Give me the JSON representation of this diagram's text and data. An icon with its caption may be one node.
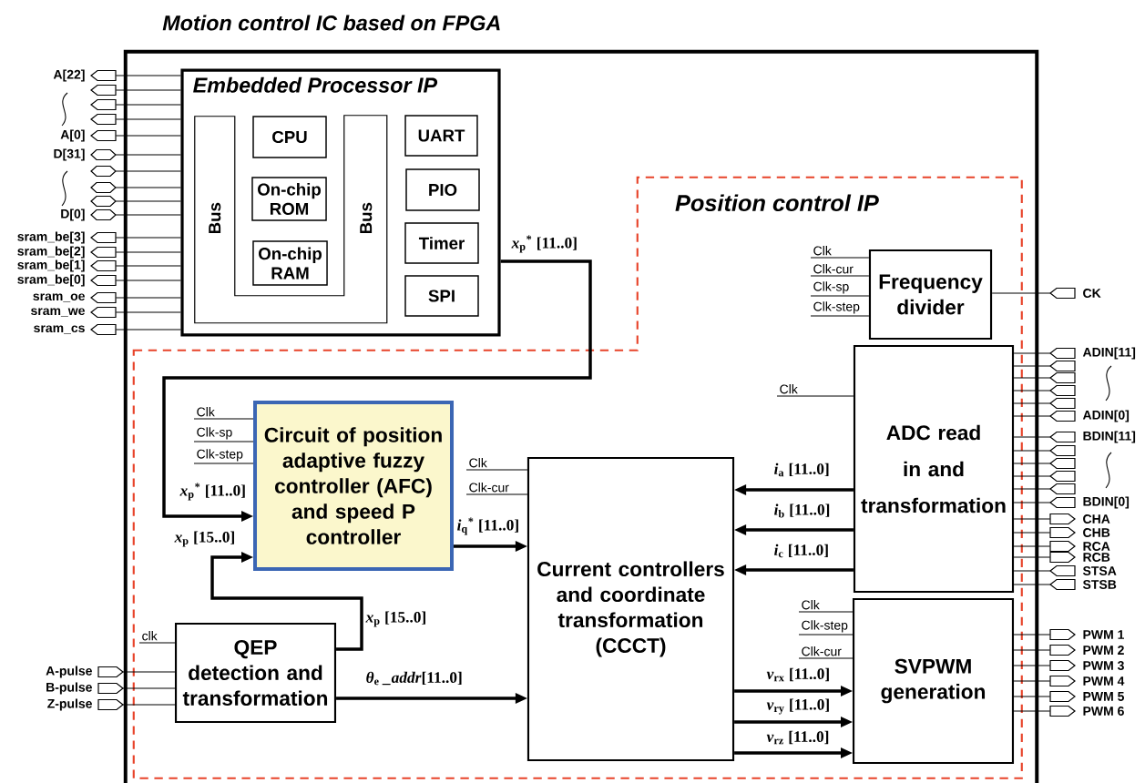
{
  "diagram": {
    "title": "Motion control IC based on FPGA",
    "nodes": [
      {
        "text": [],
        "shape": "box"
      },
      {
        "text": [
          "Embedded Processor IP"
        ],
        "in": 0
      },
      {
        "text": [
          "Bus",
          "Bus"
        ],
        "in": 1
      },
      {
        "text": [
          "CPU"
        ],
        "in": 1
      },
      {
        "text": [
          "On-chip ROM"
        ],
        "in": 1
      },
      {
        "text": [
          "On-chip RAM"
        ],
        "in": 1
      },
      {
        "text": [
          "UART"
        ],
        "in": 1
      },
      {
        "text": [
          "PIO"
        ],
        "in": 1
      },
      {
        "text": [
          "Timer"
        ],
        "in": 1
      },
      {
        "text": [
          "SPI"
        ],
        "in": 1
      },
      {
        "text": [
          "Position control IP"
        ],
        "in": 0
      },
      {
        "text": [
          "Frequency divider"
        ],
        "in": 10
      },
      {
        "text": [
          "ADC read in and transformation"
        ],
        "in": 10
      },
      {
        "text": [
          "Circuit of position adaptive fuzzy controller (AFC) and speed P controller"
        ],
        "in": 10
      },
      {
        "text": [
          "Current controllers and coordinate transformation (CCCT)"
        ],
        "in": 10
      },
      {
        "text": [
          "QEP detection and transformation"
        ],
        "in": 10
      },
      {
        "text": [
          "SVPWM generation"
        ],
        "in": 10
      },
      {
        "text": [],
        "shape": "pentagon",
        "beside": [
          "A[22]"
        ]
      },
      {
        "text": [],
        "shape": "pentagon"
      },
      {
        "text": [],
        "shape": "pentagon"
      },
      {
        "text": [],
        "shape": "pentagon"
      },
      {
        "text": [],
        "shape": "pentagon",
        "beside": [
          "A[0]"
        ]
      },
      {
        "text": [],
        "shape": "hexagon",
        "beside": [
          "D[31]"
        ]
      },
      {
        "text": [],
        "shape": "hexagon"
      },
      {
        "text": [],
        "shape": "hexagon"
      },
      {
        "text": [],
        "shape": "hexagon"
      },
      {
        "text": [],
        "shape": "hexagon",
        "beside": [
          "D[0]"
        ]
      },
      {
        "text": [],
        "shape": "pentagon",
        "beside": [
          "sram_be[3]"
        ]
      },
      {
        "text": [],
        "shape": "pentagon",
        "beside": [
          "sram_be[2]"
        ]
      },
      {
        "text": [],
        "shape": "pentagon",
        "beside": [
          "sram_be[1]"
        ]
      },
      {
        "text": [],
        "shape": "pentagon",
        "beside": [
          "sram_be[0]"
        ]
      },
      {
        "text": [],
        "shape": "pentagon",
        "beside": [
          "sram_oe"
        ]
      },
      {
        "text": [],
        "shape": "pentagon",
        "beside": [
          "sram_we"
        ]
      },
      {
        "text": [],
        "shape": "pentagon",
        "beside": [
          "sram_cs"
        ]
      },
      {
        "text": [],
        "shape": "pentagon",
        "beside": [
          "A-pulse"
        ]
      },
      {
        "text": [],
        "shape": "pentagon",
        "beside": [
          "B-pulse"
        ]
      },
      {
        "text": [],
        "shape": "pentagon",
        "beside": [
          "Z-pulse"
        ]
      },
      {
        "text": [],
        "shape": "pentagon",
        "beside": [
          "CK"
        ]
      },
      {
        "text": [],
        "shape": "pentagon",
        "beside": [
          "ADIN[11]"
        ]
      },
      {
        "text": [],
        "shape": "pentagon"
      },
      {
        "text": [],
        "shape": "pentagon"
      },
      {
        "text": [],
        "shape": "pentagon"
      },
      {
        "text": [],
        "shape": "pentagon"
      },
      {
        "text": [],
        "shape": "pentagon",
        "beside": [
          "ADIN[0]"
        ]
      },
      {
        "text": [],
        "shape": "pentagon",
        "beside": [
          "BDIN[11]"
        ]
      },
      {
        "text": [],
        "shape": "pentagon"
      },
      {
        "text": [],
        "shape": "pentagon"
      },
      {
        "text": [],
        "shape": "pentagon"
      },
      {
        "text": [],
        "shape": "pentagon"
      },
      {
        "text": [],
        "shape": "pentagon",
        "beside": [
          "BDIN[0]"
        ]
      },
      {
        "text": [],
        "shape": "pentagon",
        "beside": [
          "CHA"
        ]
      },
      {
        "text": [],
        "shape": "pentagon",
        "beside": [
          "CHB"
        ]
      },
      {
        "text": [],
        "shape": "pentagon",
        "beside": [
          "RCA"
        ]
      },
      {
        "text": [],
        "shape": "pentagon",
        "beside": [
          "RCB"
        ]
      },
      {
        "text": [],
        "shape": "pentagon",
        "beside": [
          "STSA"
        ]
      },
      {
        "text": [],
        "shape": "pentagon",
        "beside": [
          "STSB"
        ]
      },
      {
        "text": [],
        "shape": "pentagon",
        "beside": [
          "PWM 1"
        ]
      },
      {
        "text": [],
        "shape": "pentagon",
        "beside": [
          "PWM 2"
        ]
      },
      {
        "text": [],
        "shape": "pentagon",
        "beside": [
          "PWM 3"
        ]
      },
      {
        "text": [],
        "shape": "pentagon",
        "beside": [
          "PWM 4"
        ]
      },
      {
        "text": [],
        "shape": "pentagon",
        "beside": [
          "PWM 5"
        ]
      },
      {
        "text": [],
        "shape": "pentagon",
        "beside": [
          "PWM 6"
        ]
      }
    ],
    "edges": [
      {
        "from": 1,
        "to": 17,
        "arrow": "none"
      },
      {
        "from": 1,
        "to": 18,
        "arrow": "none"
      },
      {
        "from": 1,
        "to": 19,
        "arrow": "none"
      },
      {
        "from": 1,
        "to": 20,
        "arrow": "none"
      },
      {
        "from": 1,
        "to": 21,
        "arrow": "none"
      },
      {
        "from": 1,
        "to": 22,
        "arrow": "none"
      },
      {
        "from": 1,
        "to": 23,
        "arrow": "none"
      },
      {
        "from": 1,
        "to": 24,
        "arrow": "none"
      },
      {
        "from": 1,
        "to": 25,
        "arrow": "none"
      },
      {
        "from": 1,
        "to": 26,
        "arrow": "none"
      },
      {
        "from": 1,
        "to": 27,
        "arrow": "none"
      },
      {
        "from": 1,
        "to": 28,
        "arrow": "none"
      },
      {
        "from": 1,
        "to": 29,
        "arrow": "none"
      },
      {
        "from": 1,
        "to": 30,
        "arrow": "none"
      },
      {
        "from": 1,
        "to": 31,
        "arrow": "none"
      },
      {
        "from": 1,
        "to": 32,
        "arrow": "none"
      },
      {
        "from": 1,
        "to": 33,
        "arrow": "none"
      },
      {
        "from": 34,
        "to": 15,
        "arrow": "none"
      },
      {
        "from": 35,
        "to": 15,
        "arrow": "none"
      },
      {
        "from": 36,
        "to": 15,
        "arrow": "none"
      },
      {
        "from": 11,
        "to": 37,
        "arrow": "none"
      },
      {
        "from": 38,
        "to": 12,
        "arrow": "none"
      },
      {
        "from": 39,
        "to": 12,
        "arrow": "none"
      },
      {
        "from": 40,
        "to": 12,
        "arrow": "none"
      },
      {
        "from": 41,
        "to": 12,
        "arrow": "none"
      },
      {
        "from": 42,
        "to": 12,
        "arrow": "none"
      },
      {
        "from": 43,
        "to": 12,
        "arrow": "none"
      },
      {
        "from": 44,
        "to": 12,
        "arrow": "none"
      },
      {
        "from": 45,
        "to": 12,
        "arrow": "none"
      },
      {
        "from": 46,
        "to": 12,
        "arrow": "none"
      },
      {
        "from": 47,
        "to": 12,
        "arrow": "none"
      },
      {
        "from": 48,
        "to": 12,
        "arrow": "none"
      },
      {
        "from": 49,
        "to": 12,
        "arrow": "none"
      },
      {
        "from": 12,
        "to": 50,
        "arrow": "none"
      },
      {
        "from": 12,
        "to": 51,
        "arrow": "none"
      },
      {
        "from": 12,
        "to": 52,
        "arrow": "none"
      },
      {
        "from": 12,
        "to": 53,
        "arrow": "none"
      },
      {
        "from": 54,
        "to": 12,
        "arrow": "none"
      },
      {
        "from": 55,
        "to": 12,
        "arrow": "none"
      },
      {
        "from": 16,
        "to": 56,
        "arrow": "none"
      },
      {
        "from": 16,
        "to": 57,
        "arrow": "none"
      },
      {
        "from": 16,
        "to": 58,
        "arrow": "none"
      },
      {
        "from": 16,
        "to": 59,
        "arrow": "none"
      },
      {
        "from": 16,
        "to": 60,
        "arrow": "none"
      },
      {
        "from": 16,
        "to": 61,
        "arrow": "none"
      },
      {
        "from": 1,
        "to": 13,
        "arrow": "to",
        "style": "thick",
        "label": "*x*$_{p}$$^{*}$ [11..0]"
      },
      {
        "from": 15,
        "to": 13,
        "arrow": "to",
        "style": "thick",
        "label": "*x*$_{p}$ [15..0]"
      },
      {
        "from": 13,
        "to": 14,
        "arrow": "to",
        "style": "thick",
        "label": "*i*$_{q}$$^{*}$ [11..0]"
      },
      {
        "from": 15,
        "to": 14,
        "arrow": "to",
        "style": "thick",
        "label": "*θ*$_{e}$ *_addr*[11..0]"
      },
      {
        "from": 12,
        "to": 14,
        "arrow": "to",
        "style": "thick",
        "label": "*i*$_{a}$ [11..0]"
      },
      {
        "from": 12,
        "to": 14,
        "arrow": "to",
        "style": "thick",
        "label": "*i*$_{b}$ [11..0]"
      },
      {
        "from": 12,
        "to": 14,
        "arrow": "to",
        "style": "thick",
        "label": "*i*$_{c}$ [11..0]"
      },
      {
        "from": 14,
        "to": 16,
        "arrow": "to",
        "style": "thick",
        "label": "*v*$_{rx}$ [11..0]"
      },
      {
        "from": 14,
        "to": 16,
        "arrow": "to",
        "style": "thick",
        "label": "*v*$_{ry}$ [11..0]"
      },
      {
        "from": 14,
        "to": 16,
        "arrow": "to",
        "style": "thick",
        "label": "*v*$_{rz}$ [11..0]"
      },
      {
        "from": null,
        "to": 11,
        "arrow": "none",
        "label": "Clk"
      },
      {
        "from": null,
        "to": 11,
        "arrow": "none",
        "label": "Clk-cur"
      },
      {
        "from": null,
        "to": 11,
        "arrow": "none",
        "label": "Clk-sp"
      },
      {
        "from": null,
        "to": 11,
        "arrow": "none",
        "label": "Clk-step"
      },
      {
        "from": null,
        "to": 12,
        "arrow": "none",
        "label": "Clk"
      },
      {
        "from": null,
        "to": 13,
        "arrow": "none",
        "label": "Clk"
      },
      {
        "from": null,
        "to": 13,
        "arrow": "none",
        "label": "Clk-sp"
      },
      {
        "from": null,
        "to": 13,
        "arrow": "none",
        "label": "Clk-step"
      },
      {
        "from": null,
        "to": 14,
        "arrow": "none",
        "label": "Clk"
      },
      {
        "from": null,
        "to": 14,
        "arrow": "none",
        "label": "Clk-cur"
      },
      {
        "from": null,
        "to": 15,
        "arrow": "none",
        "label": "clk"
      },
      {
        "from": null,
        "to": 16,
        "arrow": "none",
        "label": "Clk"
      },
      {
        "from": null,
        "to": 16,
        "arrow": "none",
        "label": "Clk-step"
      },
      {
        "from": null,
        "to": 16,
        "arrow": "none",
        "label": "Clk-cur"
      }
    ],
    "labels": [
      "*x*$_{p}$$^{*}$ [11..0]",
      "*x*$_{p}$ [15..0]"
    ]
  }
}
